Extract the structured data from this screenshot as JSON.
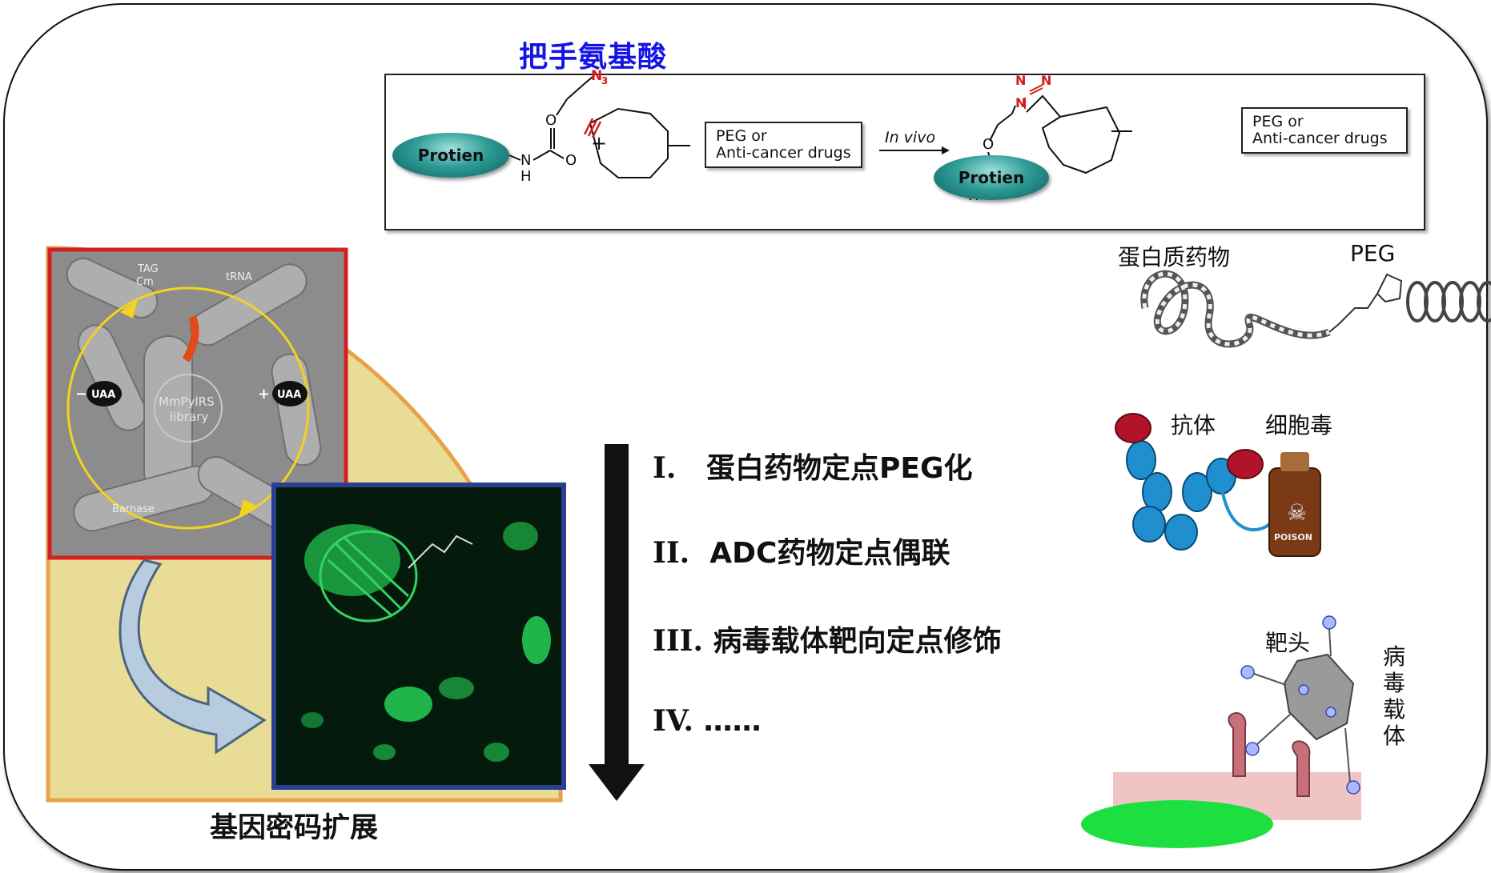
{
  "top_title": "把手氨基酸",
  "reaction": {
    "reactant_protein": "Protien",
    "product_protein": "Protien",
    "plus": "+",
    "arrow_label": "In vivo",
    "reactant_box_line1": "PEG or",
    "reactant_box_line2": "Anti-cancer drugs",
    "product_box_line1": "PEG or",
    "product_box_line2": "Anti-cancer drugs",
    "azide": "N",
    "azide_sub": "3",
    "atom_O": "O",
    "atom_N": "N",
    "atom_H": "H",
    "triazole_N": "N"
  },
  "applications": [
    {
      "num": "I.",
      "text": "蛋白药物定点PEG化"
    },
    {
      "num": "II.",
      "text": "ADC药物定点偶联"
    },
    {
      "num": "III.",
      "text": "病毒载体靶向定点修饰"
    },
    {
      "num": "IV.",
      "text": "……"
    }
  ],
  "bottom_left_caption": "基因密码扩展",
  "evolution_panel": {
    "minus_uaa": "UAA",
    "plus_uaa": "UAA",
    "center_line1": "MmPylRS",
    "center_line2": "library",
    "tag": "TAG",
    "cm": "Cm",
    "barnase": "Barnase",
    "trna": "tRNA"
  },
  "right_labels": {
    "protein_drug": "蛋白质药物",
    "peg": "PEG",
    "antibody": "抗体",
    "cytotoxin": "细胞毒",
    "target_head": "靶头",
    "viral_vector": [
      "病",
      "毒",
      "载",
      "体"
    ],
    "poison": "POISON"
  },
  "colors": {
    "title_blue": "#1414e6",
    "protein_teal": "#2f9c97",
    "panel_red": "#d42020",
    "panel_blue": "#2a3f8f",
    "disk_yellow": "#e8dc96",
    "antibody_blue": "#1f8fcf",
    "antibody_red": "#b3132a"
  }
}
